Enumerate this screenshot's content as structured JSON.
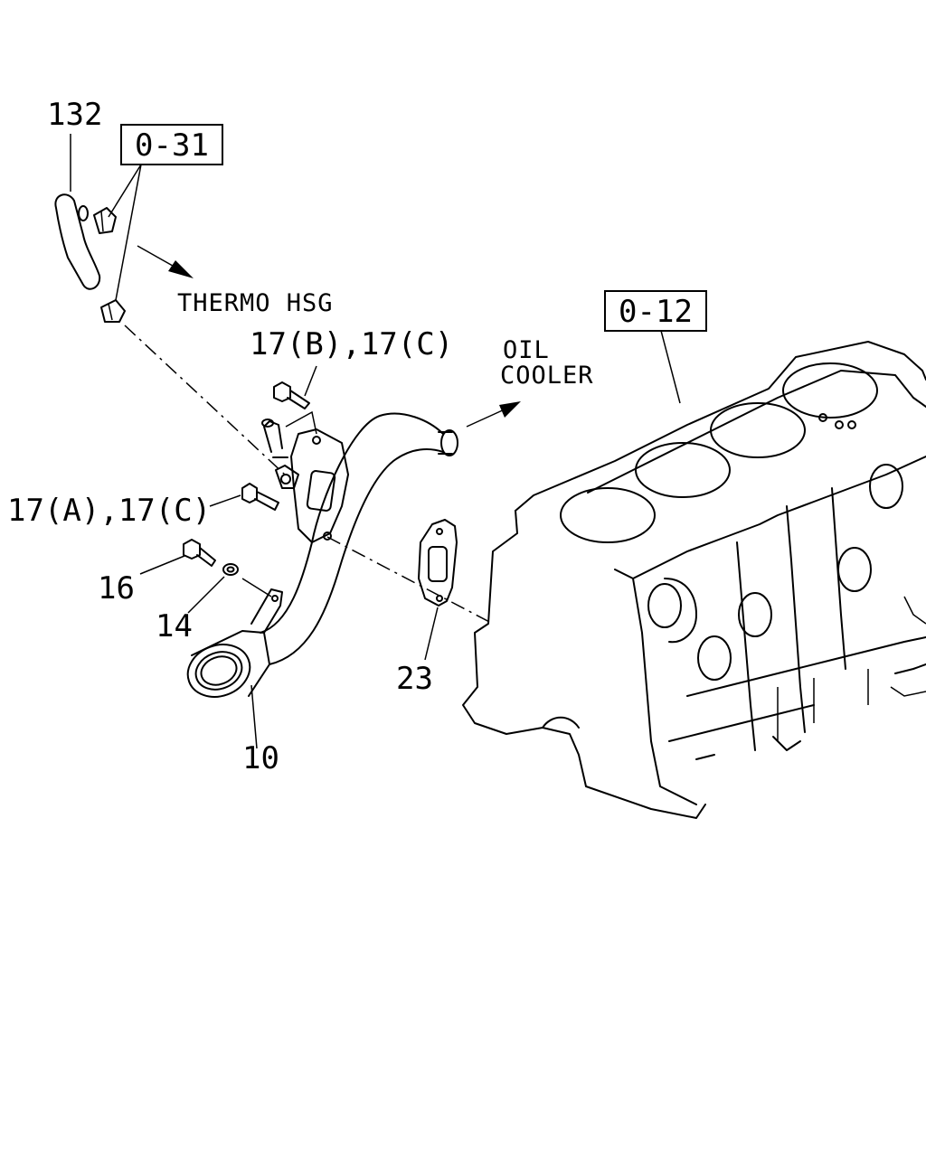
{
  "callouts": {
    "c132": "132",
    "c17bc": "17(B),17(C)",
    "c17ac": "17(A),17(C)",
    "c16": "16",
    "c14": "14",
    "c10": "10",
    "c23": "23"
  },
  "refs": {
    "r031": "0-31",
    "r012": "0-12"
  },
  "notes": {
    "thermo": "THERMO HSG",
    "oil": "OIL",
    "cooler": "COOLER"
  }
}
